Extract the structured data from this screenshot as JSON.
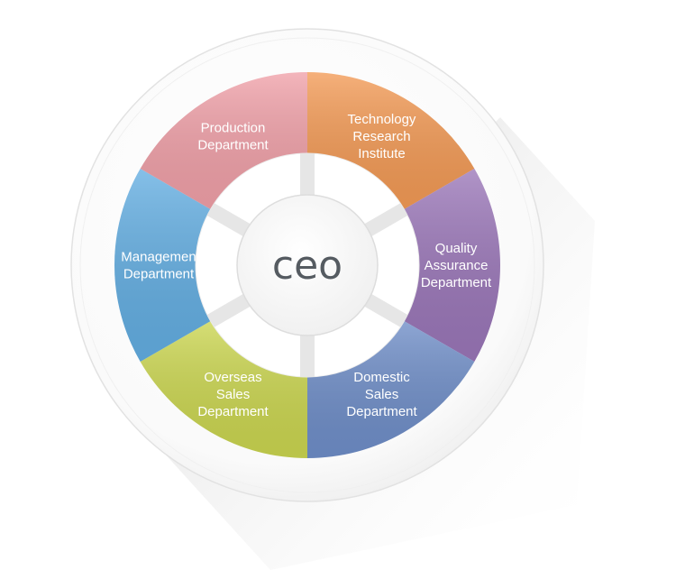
{
  "center": {
    "label": "ceo"
  },
  "segments": [
    {
      "id": "technology",
      "lines": [
        "Technology",
        "Research",
        "Institute"
      ],
      "color": "#f39a55"
    },
    {
      "id": "quality",
      "lines": [
        "Quality",
        "Assurance",
        "Department"
      ],
      "color": "#9a76b8"
    },
    {
      "id": "domestic",
      "lines": [
        "Domestic",
        "Sales",
        "Department"
      ],
      "color": "#6f8ec8"
    },
    {
      "id": "overseas",
      "lines": [
        "Overseas",
        "Sales",
        "Department"
      ],
      "color": "#cbd650"
    },
    {
      "id": "management",
      "lines": [
        "Managemen",
        "Department"
      ],
      "color": "#63aee2"
    },
    {
      "id": "production",
      "lines": [
        "Production",
        "Department"
      ],
      "color": "#f0a0a8"
    }
  ]
}
